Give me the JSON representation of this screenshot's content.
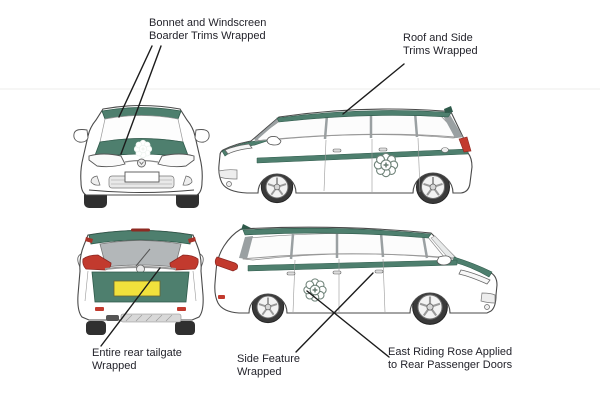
{
  "annotations": [
    {
      "id": "bonnet-windscreen",
      "line1": "Bonnet and Windscreen",
      "line2": "Boarder Trims Wrapped"
    },
    {
      "id": "roof-side-trims",
      "line1": "Roof and Side",
      "line2": "Trims Wrapped"
    },
    {
      "id": "rear-tailgate",
      "line1": "Entire rear tailgate",
      "line2": "Wrapped"
    },
    {
      "id": "side-feature",
      "line1": "Side Feature",
      "line2": "Wrapped"
    },
    {
      "id": "east-riding-rose",
      "line1": "East Riding Rose Applied",
      "line2": "to Rear Passenger Doors"
    }
  ],
  "colors": {
    "background": "#ffffff",
    "wrap_green": "#4e7f6e",
    "wrap_green_dark": "#2f5a4b",
    "tail_light_red": "#c23a2e",
    "brake_light_dark_red": "#8e2a22",
    "number_plate_yellow": "#f1e13c",
    "window_gray": "#b3b7b9",
    "pillar_gray": "#9aa0a2",
    "car_outline": "#4a4a4a",
    "rose_outline": "#6e8278",
    "label_text": "#23232b",
    "leader_line": "#1c1c1c"
  }
}
